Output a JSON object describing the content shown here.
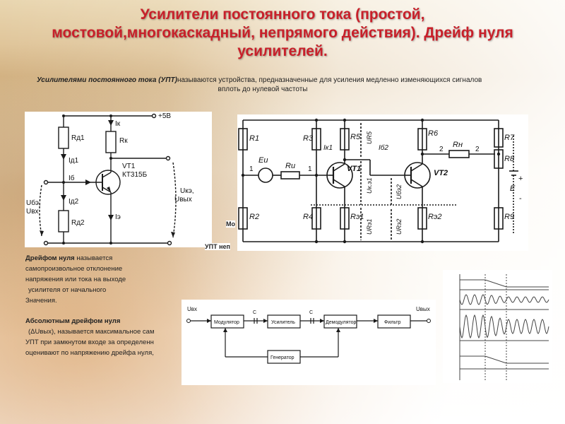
{
  "title": {
    "line1": "Усилители постоянного тока (простой,",
    "line2": "мостовой,многокаскадный, непрямого действия). Дрейф нуля",
    "line3": "усилителей."
  },
  "intro": {
    "term": "Усилителями постоянного тока (УПТ)",
    "rest": "называются устройства, предназначенные для усиления медленно изменяющихся сигналов",
    "line2": "вплоть до нулевой частоты"
  },
  "circuit1": {
    "supply": "+5В",
    "rd1": "Rд1",
    "id1": "Iд1",
    "ib": "Iб",
    "id2": "Iд2",
    "rd2": "Rд2",
    "ik": "Iк",
    "rk": "Rк",
    "vt1": "VT1",
    "part": "КТ315Б",
    "ie": "Iэ",
    "u_in_1": "Uбэ,",
    "u_in_2": "Uвх",
    "u_out_1": "Uкэ,",
    "u_out_2": "Uвых"
  },
  "circuit2": {
    "r1": "R1",
    "r2": "R2",
    "r3": "R3",
    "r4": "R4",
    "r5": "R5",
    "r6": "R6",
    "r7": "R7",
    "r8": "R8",
    "r9": "R9",
    "ri": "Rи",
    "rn": "Rн",
    "re1": "Rэ1",
    "re2": "Rэ2",
    "ei": "Eи",
    "e": "E",
    "vt1": "VT1",
    "vt2": "VT2",
    "ik1": "Iк1",
    "ib2": "Iб2",
    "ur5": "UR5",
    "uk31": "Uк.э1",
    "ub32": "Uбэ2",
    "ur31": "URэ1",
    "ur32": "URэ2",
    "n1": "1",
    "n1b": "1",
    "n2": "2",
    "n2b": "2",
    "plus": "+",
    "minus": "-"
  },
  "fragments": {
    "mo": "Мо",
    "upt": "УПТ неп"
  },
  "body": {
    "drift_term": "Дрейфом нуля",
    "drift_1": "называется",
    "drift_2": "самопроизвольное отклонение",
    "drift_3": "напряжения или тока на выходе",
    "drift_4": "усилителя от начального",
    "drift_5": "Значения.",
    "abs_term": "Абсолютным дрейфом нуля",
    "abs_1": "(ΔUвых), называется максимальное сам",
    "abs_2": "УПТ при замкнутом входе за определенн",
    "abs_3": "оценивают по напряжению дрейфа нуля,"
  },
  "block_diagram": {
    "uin": "Uвх",
    "uout": "Uвых",
    "modulator": "Модулятор",
    "amplifier": "Усилитель",
    "demodulator": "Демодулятор",
    "filter": "Фильтр",
    "generator": "Генератор",
    "c1": "C",
    "c2": "C"
  },
  "colors": {
    "title": "#c8202a",
    "line": "#1a1a1a"
  }
}
